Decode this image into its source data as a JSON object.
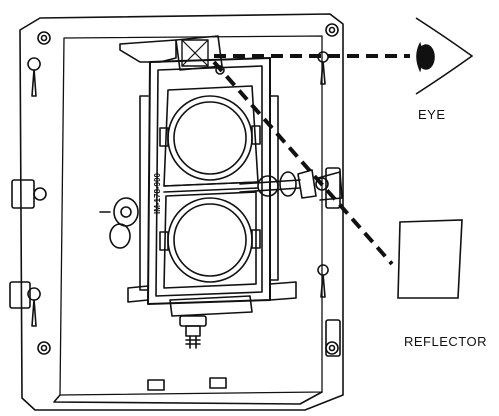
{
  "labels": {
    "eye": "EYE",
    "reflector": "REFLECTOR",
    "model_marking": "IM-178-900"
  },
  "colors": {
    "line": "#111111",
    "background": "#ffffff",
    "pupil": "#111111"
  },
  "icons": [
    "eye-icon",
    "reflector-panel",
    "mounting-screw",
    "keyhole-slot"
  ]
}
